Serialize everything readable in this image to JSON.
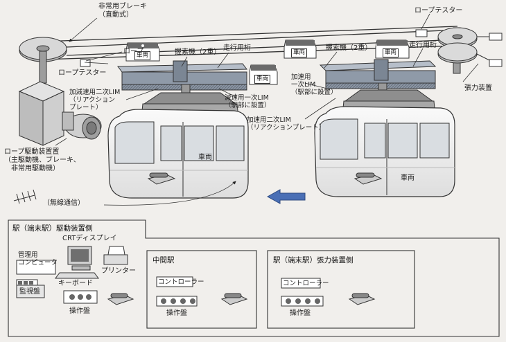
{
  "labels": {
    "emergency_brake": "非常用ブレーキ\n（直動式）",
    "rope_tester_top": "ロープテスター",
    "rope": "ロープ",
    "rope_tester_left": "ロープテスター",
    "vehicle_small_1": "車両",
    "vehicle_small_2": "車両",
    "vehicle_small_3": "車両",
    "vehicle_small_4": "車両",
    "grip_double_1": "握索機（2重）",
    "traveling_girder_1": "走行用桁",
    "grip_double_2": "握索機（2重）",
    "traveling_girder_2": "走行用桁",
    "secondary_lim_plate": "加減速用二次LIM\n（リアクション\nプレート）",
    "primary_lim_station_1": "減速用一次LIM\n（駅部に設置）",
    "primary_lim_station_2": "加速用\n一次LIM\n（駅部に設置）",
    "secondary_lim_plate_2": "加速用二次LIM\n（リアクションプレート）",
    "tension_device": "張力装置",
    "rope_drive": "ロープ駆動装置置\n（主駆動機、ブレーキ、\n　非常用駆動機）",
    "radio": "（無線通信）",
    "vehicle_big_1": "車両",
    "vehicle_big_2": "車両"
  },
  "stations": {
    "terminal_drive": {
      "title": "駅（端末駅）駆動装置側",
      "crt": "CRTディスプレイ",
      "mgmt_pc": "管理用\nコンピュータ",
      "printer": "プリンター",
      "keyboard": "キーボード",
      "monitor_panel": "監視盤",
      "operation_panel": "操作盤"
    },
    "middle": {
      "title": "中間駅",
      "controller": "コントローラー",
      "operation_panel": "操作盤"
    },
    "terminal_tension": {
      "title": "駅（端末駅）張力装置側",
      "controller": "コントローラー",
      "operation_panel": "操作盤"
    }
  },
  "colors": {
    "background": "#f1efec",
    "girder": "#8f9aa8",
    "vehicle_body": "#f4f4f4",
    "vehicle_window": "#d9dde1",
    "arrow": "#4a6fb5",
    "drive_unit": "#c9c9c9",
    "lim_blue": "#6e8fb8"
  }
}
